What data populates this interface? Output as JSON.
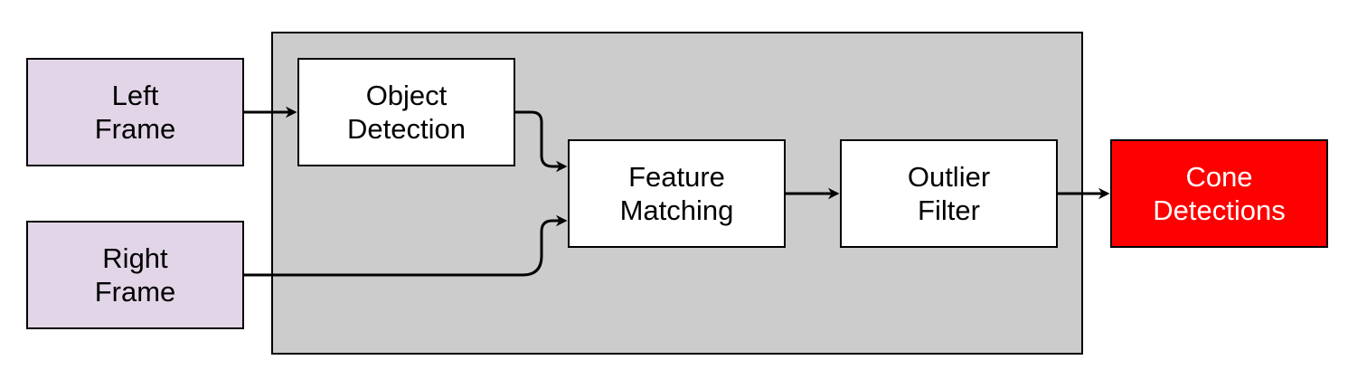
{
  "diagram": {
    "group_fill": "#cccccc",
    "nodes": {
      "left_frame": {
        "label": "Left\nFrame",
        "fill": "#e1d5e7"
      },
      "right_frame": {
        "label": "Right\nFrame",
        "fill": "#e1d5e7"
      },
      "object_detection": {
        "label": "Object\nDetection",
        "fill": "#ffffff"
      },
      "feature_matching": {
        "label": "Feature\nMatching",
        "fill": "#ffffff"
      },
      "outlier_filter": {
        "label": "Outlier\nFilter",
        "fill": "#ffffff"
      },
      "cone_detections": {
        "label": "Cone\nDetections",
        "fill": "#ff0000",
        "text_color": "#ffffff"
      }
    },
    "edges": [
      {
        "from": "left_frame",
        "to": "object_detection"
      },
      {
        "from": "object_detection",
        "to": "feature_matching"
      },
      {
        "from": "right_frame",
        "to": "feature_matching"
      },
      {
        "from": "feature_matching",
        "to": "outlier_filter"
      },
      {
        "from": "outlier_filter",
        "to": "cone_detections"
      }
    ]
  }
}
